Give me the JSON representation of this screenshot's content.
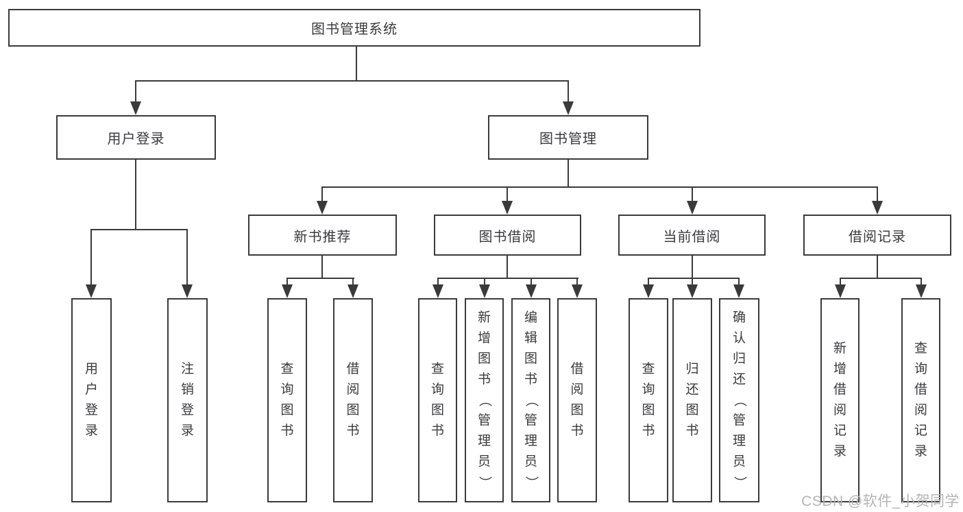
{
  "colors": {
    "line": "#3a3a3a",
    "text": "#3a3a3e",
    "background": "#ffffff",
    "watermark": "#b4b4b4"
  },
  "watermark": {
    "text": "CSDN @软件_小贺同学"
  },
  "tree": {
    "label": "图书管理系统",
    "children": [
      {
        "label": "用户登录",
        "children": [
          {
            "label": "用户登录"
          },
          {
            "label": "注销登录"
          }
        ]
      },
      {
        "label": "图书管理",
        "children": [
          {
            "label": "新书推荐",
            "children": [
              {
                "label": "查询图书"
              },
              {
                "label": "借阅图书"
              }
            ]
          },
          {
            "label": "图书借阅",
            "children": [
              {
                "label": "查询图书"
              },
              {
                "label": "新增图书（管理员）"
              },
              {
                "label": "编辑图书（管理员）"
              },
              {
                "label": "借阅图书"
              }
            ]
          },
          {
            "label": "当前借阅",
            "children": [
              {
                "label": "查询图书"
              },
              {
                "label": "归还图书"
              },
              {
                "label": "确认归还（管理员）"
              }
            ]
          },
          {
            "label": "借阅记录",
            "children": [
              {
                "label": "新增借阅记录"
              },
              {
                "label": "查询借阅记录"
              }
            ]
          }
        ]
      }
    ]
  }
}
